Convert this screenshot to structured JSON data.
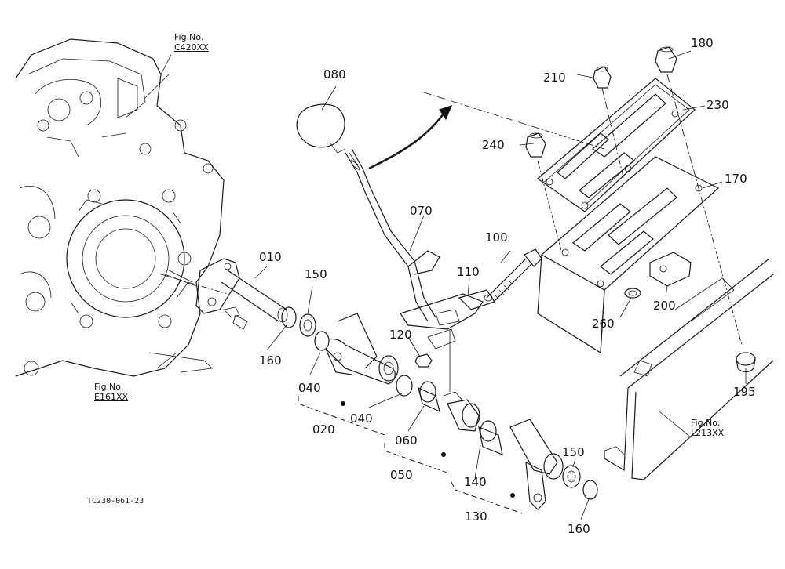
{
  "figure_refs": [
    {
      "id": "ref-c420",
      "prefix": "Fig.No.",
      "code": "C420XX"
    },
    {
      "id": "ref-e161",
      "prefix": "Fig.No.",
      "code": "E161XX"
    },
    {
      "id": "ref-l213",
      "prefix": "Fig.No.",
      "code": "L213XX"
    }
  ],
  "part_numbers": [
    "080",
    "210",
    "180",
    "230",
    "240",
    "170",
    "070",
    "100",
    "010",
    "150",
    "110",
    "120",
    "160",
    "040",
    "040",
    "020",
    "060",
    "050",
    "140",
    "130",
    "150",
    "160",
    "260",
    "200",
    "195"
  ],
  "document_id": "TC230-061-23"
}
